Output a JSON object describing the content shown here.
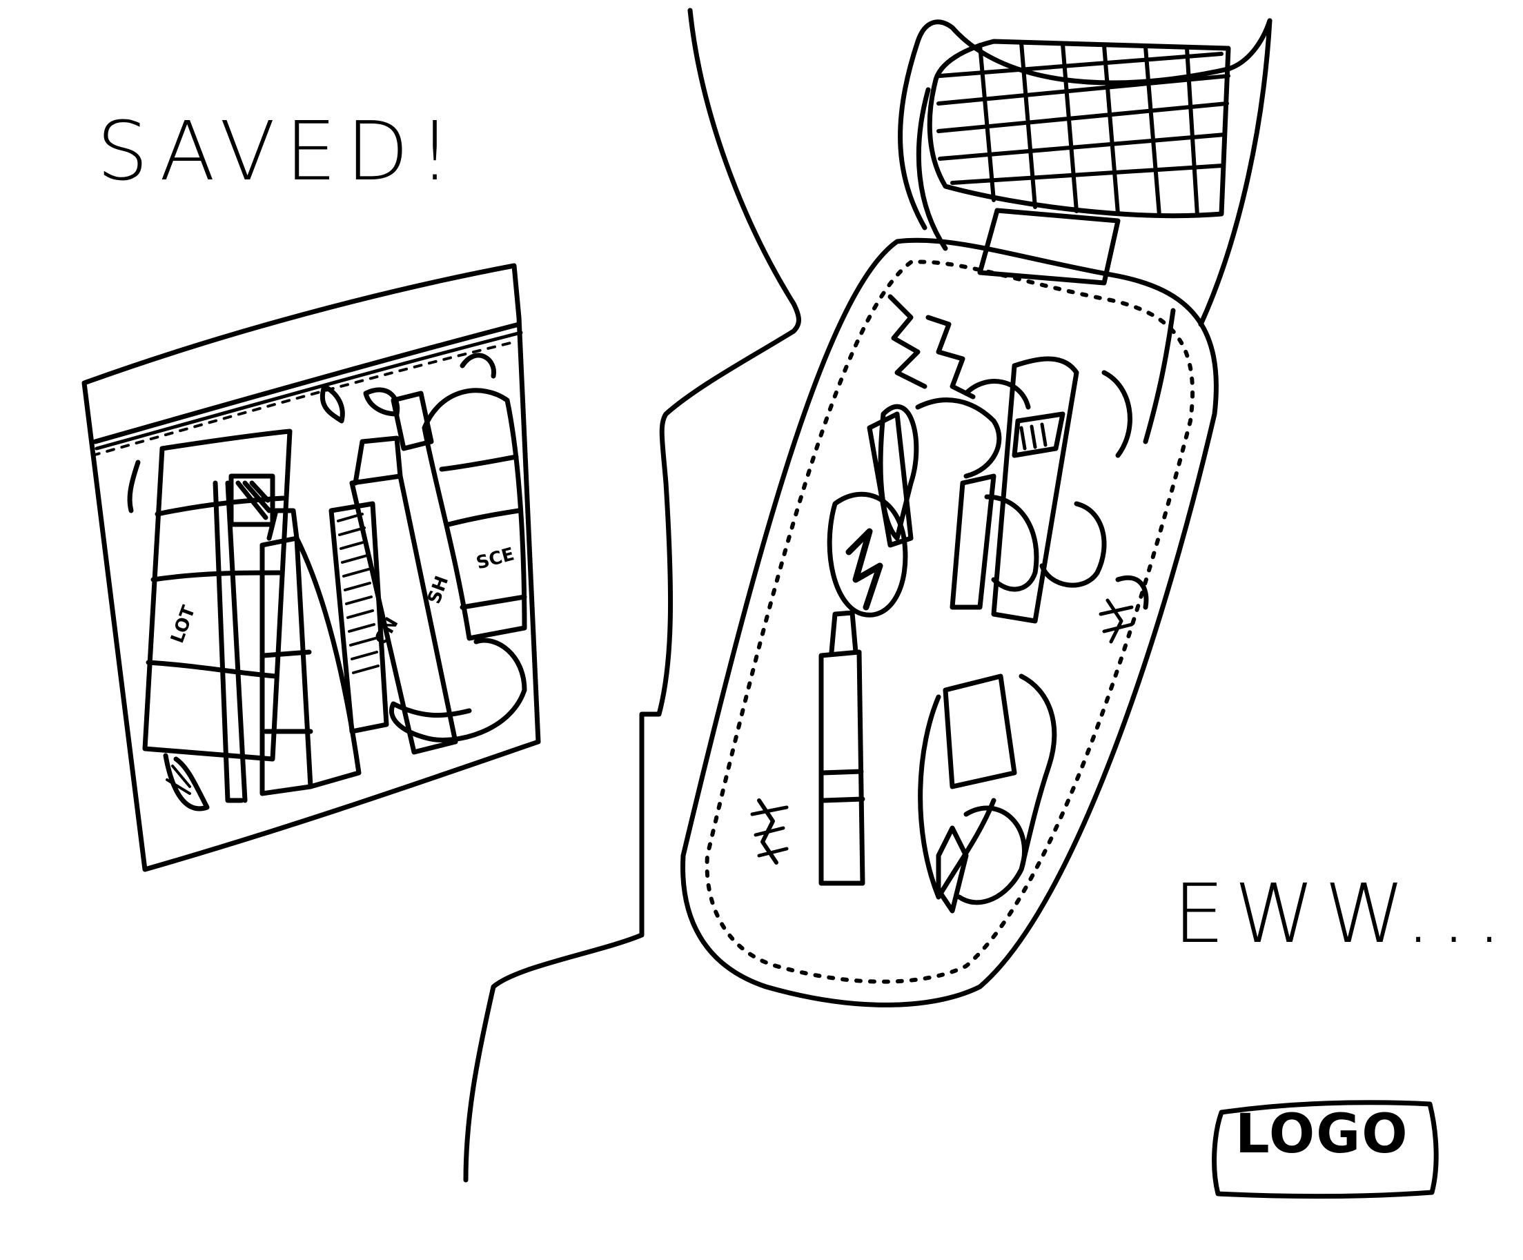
{
  "scene": {
    "left_caption": "SAVED!",
    "right_caption": "EWW...",
    "logo_text": "LOGO"
  },
  "items": {
    "bag_labels": [
      "LOT",
      "CN",
      "SH",
      "SCE"
    ],
    "pouch_labels": []
  },
  "colors": {
    "ink": "#000000",
    "paper": "#ffffff"
  },
  "icons": {
    "left_object": "zip-bag-icon",
    "right_object": "mesh-pouch-icon",
    "person": "person-outline-icon"
  }
}
